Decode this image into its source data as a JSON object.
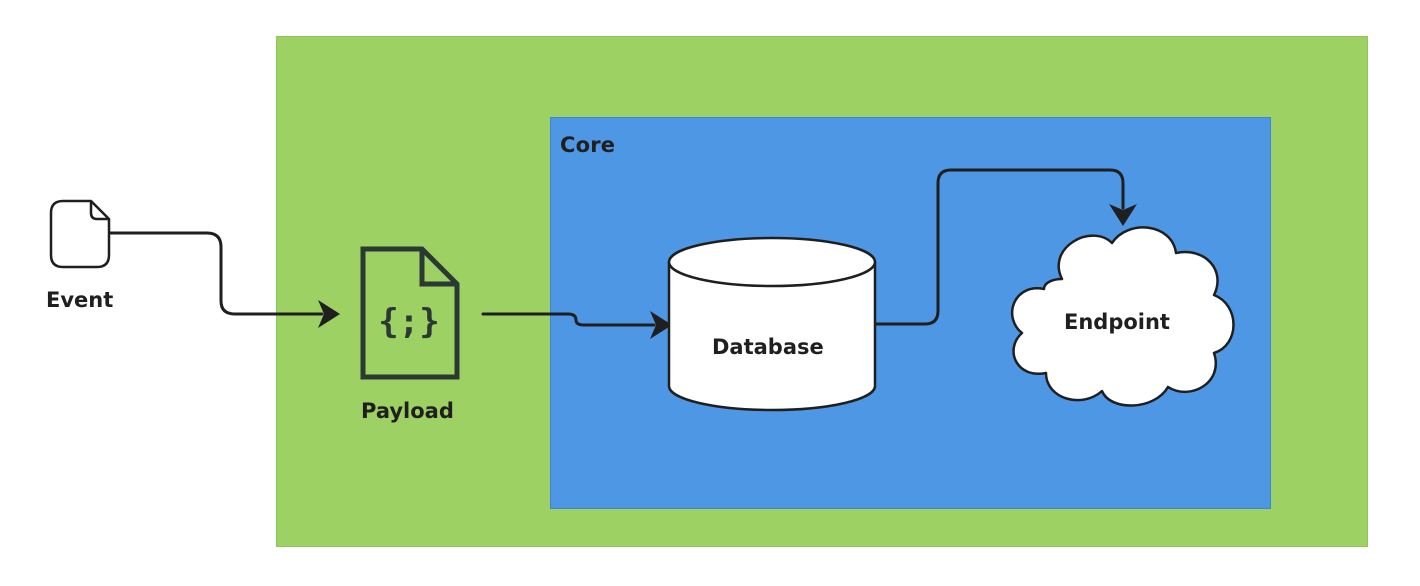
{
  "diagram": {
    "zones": {
      "core": {
        "label": "Core"
      }
    },
    "nodes": {
      "event": {
        "label": "Event",
        "icon": "document-icon"
      },
      "payload": {
        "label": "Payload",
        "icon": "code-file-icon",
        "glyph": "{;}"
      },
      "database": {
        "label": "Database",
        "icon": "database-cylinder-icon"
      },
      "endpoint": {
        "label": "Endpoint",
        "icon": "cloud-icon"
      }
    },
    "edges": [
      {
        "from": "event",
        "to": "payload"
      },
      {
        "from": "payload",
        "to": "database"
      },
      {
        "from": "database",
        "to": "endpoint"
      }
    ],
    "colors": {
      "outer_zone": "#9ed163",
      "core_zone": "#4e97e5",
      "stroke": "#1f1f1f",
      "node_fill": "#ffffff",
      "payload_stroke": "#2a3a33"
    }
  }
}
